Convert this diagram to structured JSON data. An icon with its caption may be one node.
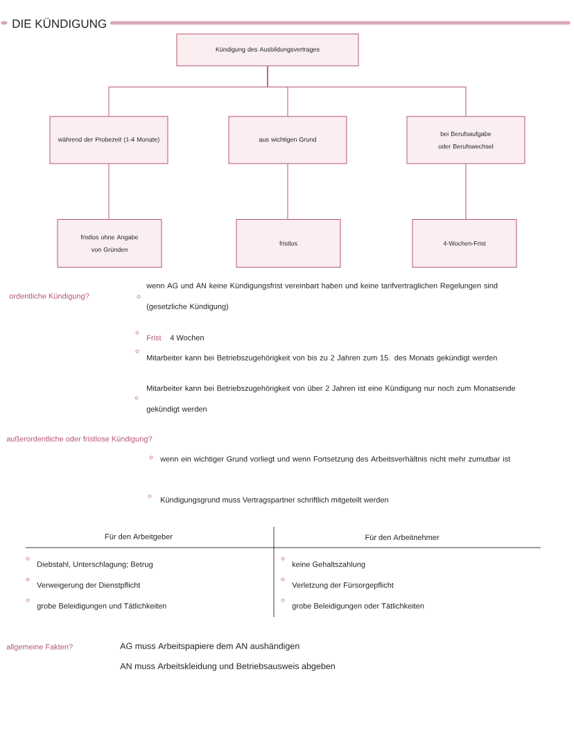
{
  "diagram": {
    "title": "DIE KÜNDIGUNG",
    "nodes": [
      {
        "text": [
          "Kündigung des Ausbildungsvertrages"
        ]
      },
      {
        "text": [
          "während der Probezeit (1-4 Monate)"
        ]
      },
      {
        "text": [
          "aus wichtigen Grund"
        ]
      },
      {
        "text": [
          "bei Berufsaufgabe oder Berufswechsel"
        ]
      },
      {
        "text": [
          "fristlos ohne Angabe von Gründen"
        ]
      },
      {
        "text": [
          "fristlos"
        ]
      },
      {
        "text": [
          "4-Wochen-Frist"
        ]
      }
    ],
    "edges": [
      {
        "from": 0,
        "to": 1,
        "arrow": "none"
      },
      {
        "from": 0,
        "to": 2,
        "arrow": "none"
      },
      {
        "from": 0,
        "to": 3,
        "arrow": "none"
      },
      {
        "from": 1,
        "to": 4,
        "arrow": "none"
      },
      {
        "from": 2,
        "to": 5,
        "arrow": "none"
      },
      {
        "from": 3,
        "to": 6,
        "arrow": "none"
      }
    ],
    "labels": [
      "ordentliche Kündigung?",
      "wenn AG und AN keine Kündigungsfrist vereinbart haben und keine tarifvertraglichen Regelungen sind (gesetzliche Kündigung)",
      "Frist",
      "4 Wochen",
      "Mitarbeiter kann bei Betriebszugehörigkeit von bis zu 2 Jahren zum 15. des Monats gekündigt werden",
      "Mitarbeiter kann bei Betriebszugehörigkeit von über 2 Jahren ist eine Kündigung nur noch zum Monatsende gekündigt werden",
      "außerordentliche oder fristlose Kündigung?",
      "wenn ein wichtiger Grund vorliegt und wenn Fortsetzung des Arbeitsverhältnis nicht mehr zumutbar ist",
      "Kündigungsgrund muss Vertragspartner schriftlich mitgeteilt werden",
      "Für den Arbeitgeber",
      "Für den Arbeitnehmer",
      "Diebstahl, Unterschlagung; Betrug",
      "keine Gehaltszahlung",
      "Verweigerung der Dienstpflicht",
      "Verletzung der Fürsorgepflicht",
      "grobe Beleidigungen und Tätlichkeiten",
      "grobe Beleidigungen oder Tätlichkeiten",
      "allgemeine Fakten?",
      "AG muss Arbeitspapiere dem AN aushändigen",
      "AN muss Arbeitskleidung und Betriebsausweis abgeben"
    ]
  }
}
